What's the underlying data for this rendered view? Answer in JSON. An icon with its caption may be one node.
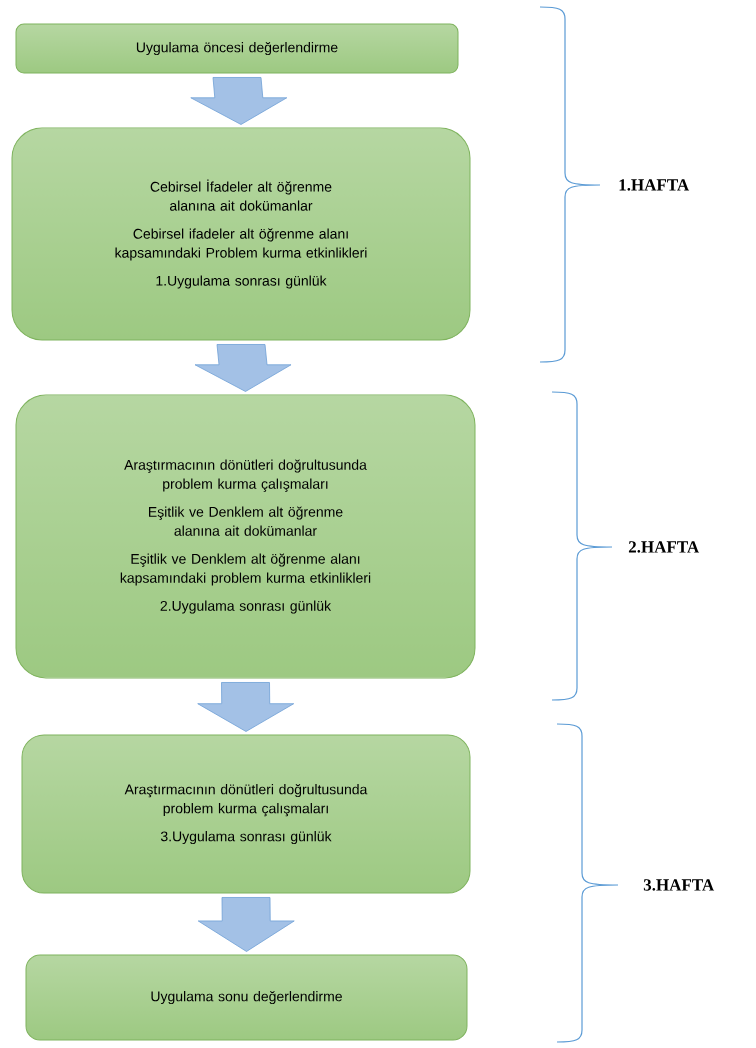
{
  "diagram": {
    "nodes": [
      {
        "text": [
          "Uygulama öncesi değerlendirme"
        ]
      },
      {
        "text": [
          "Cebirsel İfadeler alt öğrenme alanına ait dokümanlar",
          "Cebirsel ifadeler alt öğrenme alanı kapsamındaki Problem kurma etkinlikleri",
          "1.Uygulama sonrası günlük"
        ]
      },
      {
        "text": [
          "Araştırmacının dönütleri doğrultusunda problem kurma çalışmaları",
          "Eşitlik ve Denklem alt öğrenme alanına ait dokümanlar",
          "Eşitlik ve Denklem alt öğrenme alanı kapsamındaki problem kurma etkinlikleri",
          "2.Uygulama sonrası günlük"
        ]
      },
      {
        "text": [
          "Araştırmacının dönütleri doğrultusunda problem kurma çalışmaları",
          "3.Uygulama sonrası günlük"
        ]
      },
      {
        "text": [
          "Uygulama sonu değerlendirme"
        ]
      }
    ],
    "edges": [
      {
        "from": 0,
        "to": 1,
        "arrow": "to"
      },
      {
        "from": 1,
        "to": 2,
        "arrow": "to"
      },
      {
        "from": 2,
        "to": 3,
        "arrow": "to"
      },
      {
        "from": 3,
        "to": 4,
        "arrow": "to"
      }
    ],
    "labels": [
      "1.HAFTA",
      "2.HAFTA",
      "3.HAFTA"
    ]
  }
}
